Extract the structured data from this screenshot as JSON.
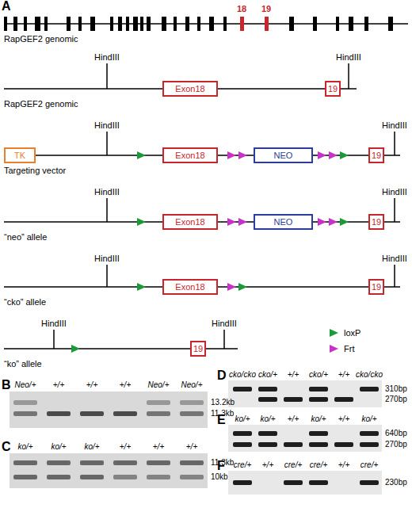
{
  "diagram": {
    "nodes": [
      {
        "text": [
          "Exon18"
        ]
      },
      {
        "text": [
          "19"
        ]
      },
      {
        "text": [
          "TK"
        ]
      },
      {
        "text": [
          "Exon18"
        ]
      },
      {
        "text": [
          "NEO"
        ]
      },
      {
        "text": [
          "19"
        ]
      },
      {
        "text": [
          "Exon18"
        ]
      },
      {
        "text": [
          "NEO"
        ]
      },
      {
        "text": [
          "19"
        ]
      },
      {
        "text": [
          "Exon18"
        ]
      },
      {
        "text": [
          "19"
        ]
      },
      {
        "text": [
          "19"
        ]
      }
    ],
    "labels": [
      "A",
      "18",
      "19",
      "RapGEF2 genomic",
      "HindIII",
      "HindIII",
      "RapGEF2 genomic",
      "HindIII",
      "HindIII",
      "Targeting vector",
      "HindIII",
      "HindIII",
      "“neo” allele",
      "HindIII",
      "HindIII",
      "“cko” allele",
      "HindIII",
      "HindIII",
      "“ko” allele",
      "B",
      "Neo/+",
      "+/+",
      "+/+",
      "+/+",
      "Neo/+",
      "Neo/+",
      "13.2kb",
      "11.3kb",
      "C",
      "ko/+",
      "ko/+",
      "ko/+",
      "+/+",
      "+/+",
      "+/+",
      "11.3kb",
      "10kb",
      "D",
      "cko/cko",
      "cko/+",
      "+/+",
      "cko/+",
      "+/+",
      "cko/cko",
      "310bp",
      "270bp",
      "E",
      "ko/+",
      "ko/+",
      "+/+",
      "ko/+",
      "+/+",
      "ko/+",
      "640bp",
      "270bp",
      "F",
      "cre/+",
      "+/+",
      "cre/+",
      "cre/+",
      "+/+",
      "cre/+",
      "230bp"
    ],
    "legend": [
      {
        "text": "loxP"
      },
      {
        "text": "Frt"
      }
    ]
  }
}
